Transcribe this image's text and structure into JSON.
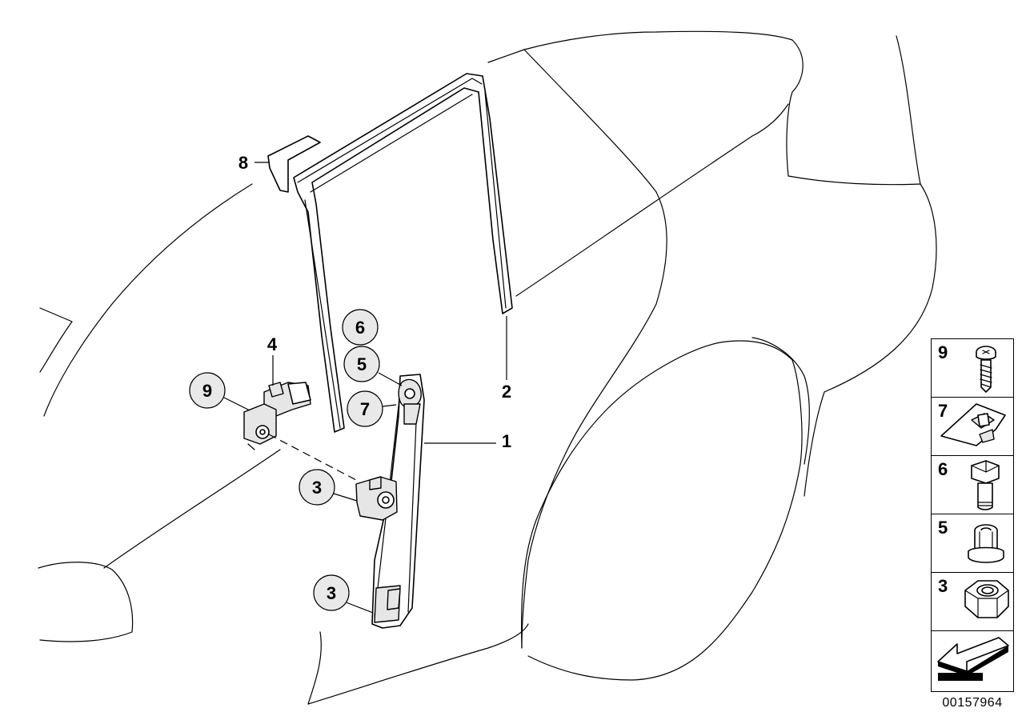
{
  "callouts": [
    {
      "id": "c8",
      "label": "8"
    },
    {
      "id": "c6",
      "label": "6"
    },
    {
      "id": "c5",
      "label": "5"
    },
    {
      "id": "c7",
      "label": "7"
    },
    {
      "id": "c4",
      "label": "4"
    },
    {
      "id": "c9",
      "label": "9"
    },
    {
      "id": "c3a",
      "label": "3"
    },
    {
      "id": "c3b",
      "label": "3"
    },
    {
      "id": "c2",
      "label": "2"
    },
    {
      "id": "c1",
      "label": "1"
    }
  ],
  "legend": {
    "items": [
      {
        "label": "9",
        "icon": "bolt-icon"
      },
      {
        "label": "7",
        "icon": "clip-nut-icon"
      },
      {
        "label": "6",
        "icon": "hex-bolt-icon"
      },
      {
        "label": "5",
        "icon": "flange-nut-icon"
      },
      {
        "label": "3",
        "icon": "hex-nut-icon"
      },
      {
        "label": "",
        "icon": "direction-arrow-icon"
      }
    ]
  },
  "document_number": "00157964"
}
